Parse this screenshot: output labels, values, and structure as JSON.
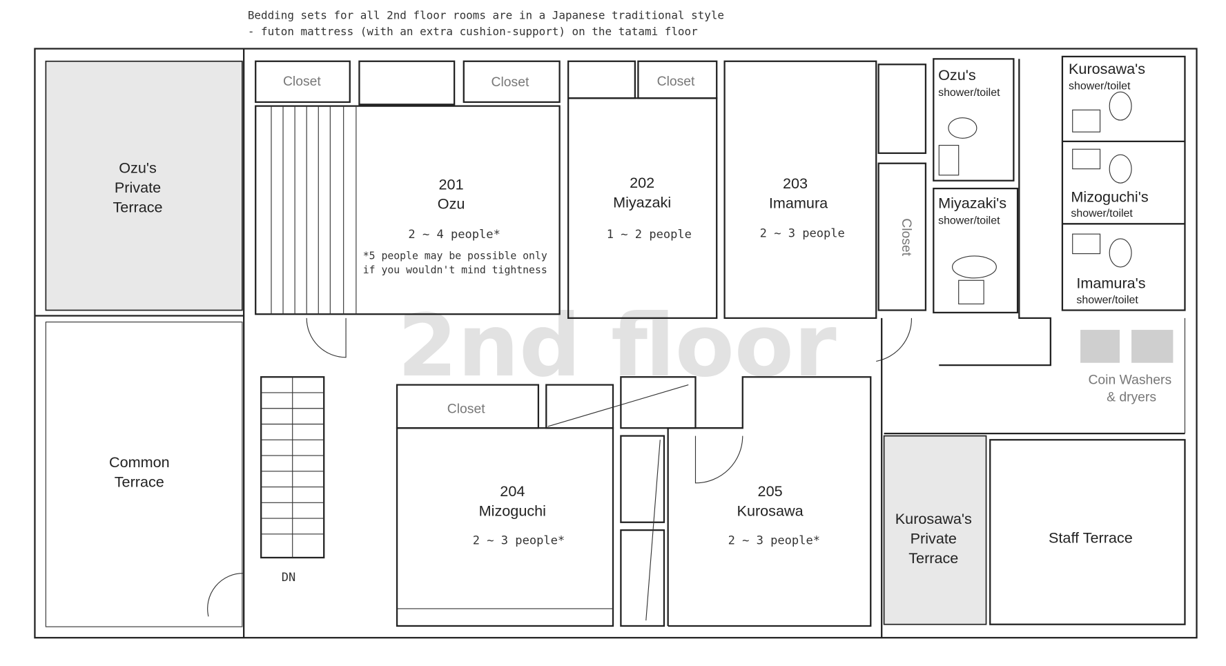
{
  "notes": {
    "line1": "Bedding sets for all 2nd floor rooms are in a Japanese traditional style",
    "line2": "- futon mattress (with an extra cushion-support) on the tatami floor"
  },
  "watermark": "2nd floor",
  "closet_label": "Closet",
  "terraces": {
    "ozu": [
      "Ozu's",
      "Private",
      "Terrace"
    ],
    "common": [
      "Common",
      "Terrace"
    ],
    "kurosawa": [
      "Kurosawa's",
      "Private",
      "Terrace"
    ],
    "staff": "Staff Terrace"
  },
  "rooms": [
    {
      "number": "201",
      "name": "Ozu",
      "capacity": "2 ~ 4 people*",
      "note1": "*5 people may be possible only",
      "note2": "if you wouldn't mind tightness"
    },
    {
      "number": "202",
      "name": "Miyazaki",
      "capacity": "1 ~ 2 people"
    },
    {
      "number": "203",
      "name": "Imamura",
      "capacity": "2 ~ 3 people"
    },
    {
      "number": "204",
      "name": "Mizoguchi",
      "capacity": "2 ~ 3 people*"
    },
    {
      "number": "205",
      "name": "Kurosawa",
      "capacity": "2 ~ 3 people*"
    }
  ],
  "showers": {
    "ozu": [
      "Ozu's",
      "shower/toilet"
    ],
    "miyazaki": [
      "Miyazaki's",
      "shower/toilet"
    ],
    "kurosawa": [
      "Kurosawa's",
      "shower/toilet"
    ],
    "mizoguchi": [
      "Mizoguchi's",
      "shower/toilet"
    ],
    "imamura": [
      "Imamura's",
      "shower/toilet"
    ]
  },
  "laundry": [
    "Coin Washers",
    "& dryers"
  ],
  "stairs_label": "DN",
  "colors": {
    "terrace_fill": "#e8e8e8",
    "washer_fill": "#cfcfcf",
    "watermark": "#e2e2e2"
  }
}
